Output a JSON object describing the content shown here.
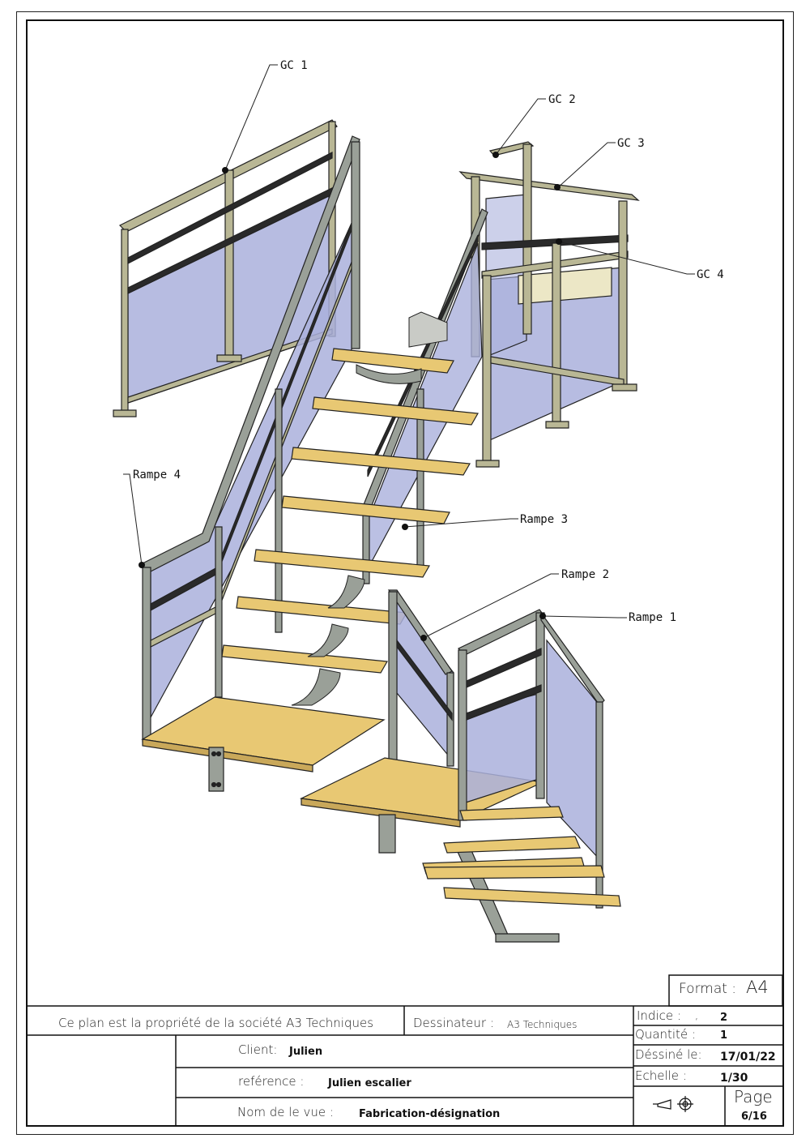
{
  "labels": {
    "gc1": "GC 1",
    "gc2": "GC 2",
    "gc3": "GC 3",
    "gc4": "GC 4",
    "rampe1": "Rampe 1",
    "rampe2": "Rampe 2",
    "rampe3": "Rampe 3",
    "rampe4": "Rampe 4"
  },
  "title_block": {
    "format_label": "Format :",
    "format_value": "A4",
    "ownership": "Ce plan est la propriété de la société A3 Techniques",
    "dessinateur_label": "Dessinateur :",
    "dessinateur_value": "A3 Techniques",
    "client_label": "Client:",
    "client_value": "Julien",
    "reference_label": "reférence :",
    "reference_value": "Julien escalier",
    "vue_label": "Nom de le vue :",
    "vue_value": "Fabrication-désignation",
    "indice_label": "Indice :",
    "indice_sep": ",",
    "indice_value": "2",
    "quantite_label": "Quantité :",
    "quantite_value": "1",
    "dessine_label": "Déssiné le:",
    "dessine_value": "17/01/22",
    "echelle_label": "Echelle :",
    "echelle_value": "1/30",
    "page_label": "Page",
    "page_value": "6/16"
  },
  "colors": {
    "tread": "#e8c873",
    "frame": "#b9b795",
    "panel": "#aab0dc",
    "steel": "#9aa098"
  }
}
